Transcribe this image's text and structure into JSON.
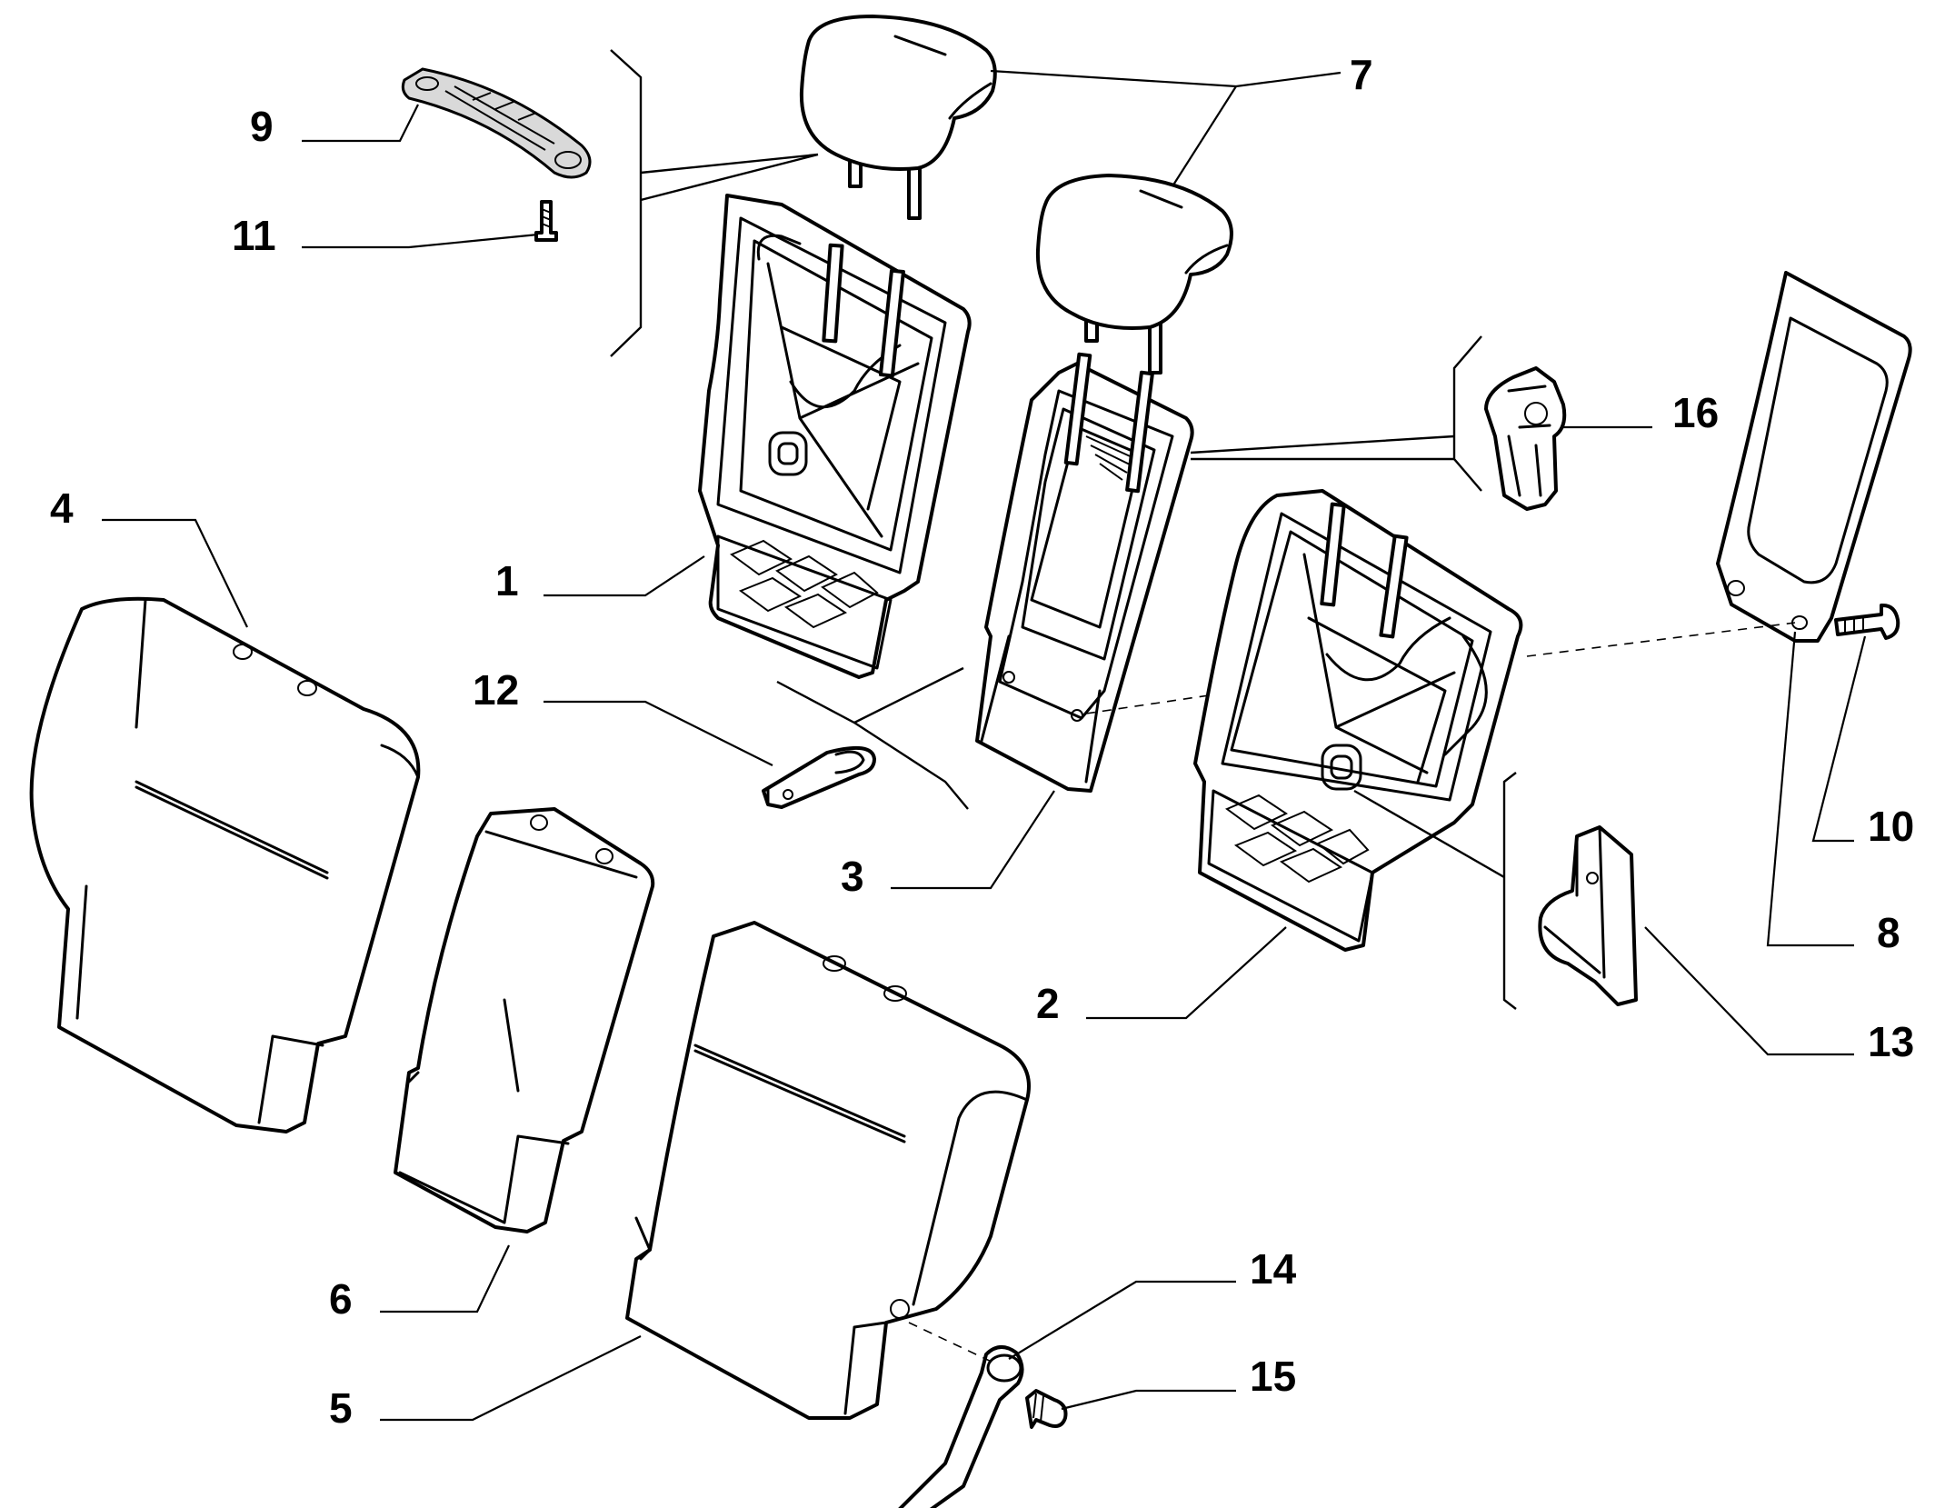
{
  "callouts": {
    "c1": "1",
    "c2": "2",
    "c3": "3",
    "c4": "4",
    "c5": "5",
    "c6": "6",
    "c7": "7",
    "c8": "8",
    "c9": "9",
    "c10": "10",
    "c11": "11",
    "c12": "12",
    "c13": "13",
    "c14": "14",
    "c15": "15",
    "c16": "16"
  },
  "colors": {
    "line": "#000000",
    "background": "#ffffff",
    "shade": "#d9d9d9"
  }
}
